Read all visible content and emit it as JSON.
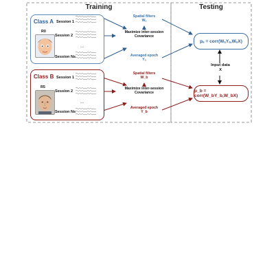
{
  "panels": {
    "training": "Training",
    "testing": "Testing"
  },
  "colors": {
    "blue": "#2e5f95",
    "red": "#8e1c1c",
    "blue_text": "#3a74ad",
    "red_text": "#8b1a1a"
  },
  "class_a": {
    "label": "Class A",
    "subject": "R0",
    "sessions": [
      "Session 1",
      "Session 2",
      "Session Ns"
    ],
    "ellipsis": "...",
    "spatial_filters_line1": "Spatial filters",
    "spatial_filters_line2": "Wₐ",
    "maximize_line1": "Maximize inter-session",
    "maximize_line2": "Covariance",
    "averaged_line1": "Averaged epoch",
    "averaged_line2": "Yₐ",
    "result": "pₐ = corr(WₐYₐ,WₐX)"
  },
  "class_b": {
    "label": "Class B",
    "subject": "R5",
    "sessions": [
      "Session 1",
      "Session 2",
      "Session Ns"
    ],
    "ellipsis": "...",
    "spatial_filters_line1": "Spatial filters",
    "spatial_filters_line2": "W_b",
    "maximize_line1": "Maximize inter-session",
    "maximize_line2": "Covariance",
    "averaged_line1": "Averaged epoch",
    "averaged_line2": "Y_b",
    "result": "p_b = corr(W_bY_b,W_bX)"
  },
  "testing": {
    "input_line1": "Input data",
    "input_line2": "X"
  }
}
